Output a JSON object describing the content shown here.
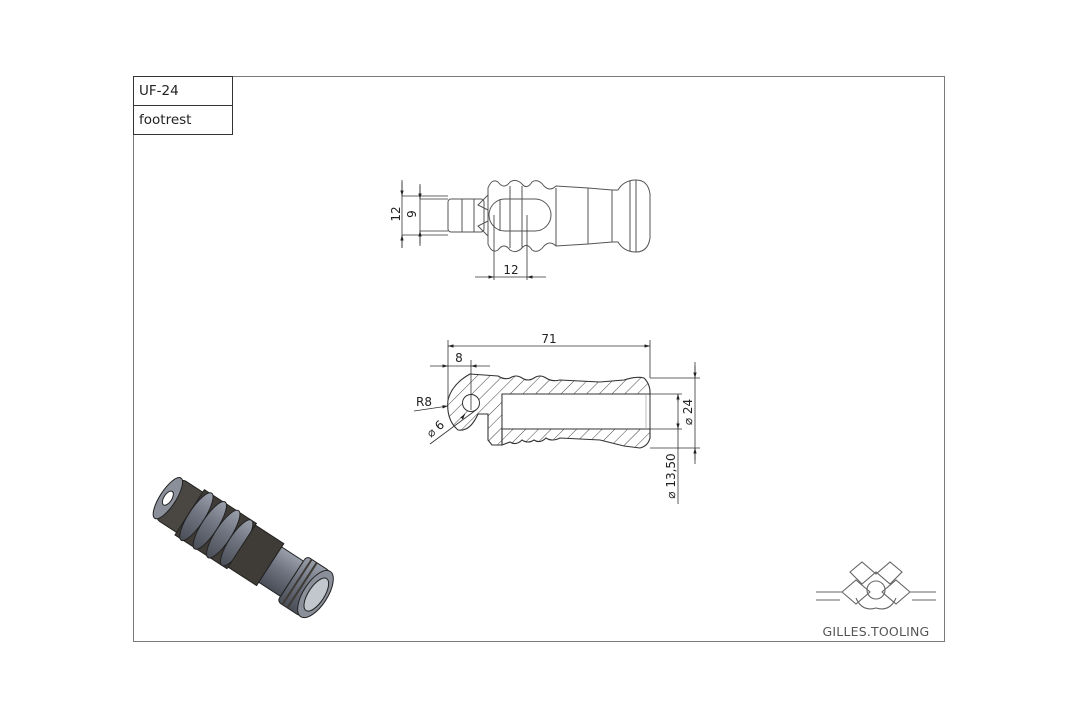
{
  "title_block": {
    "part_number": "UF-24",
    "part_name": "footrest"
  },
  "top_view": {
    "dimensions": {
      "outer_height": "12",
      "inner_height": "9",
      "slot_length": "12"
    }
  },
  "section_view": {
    "dimensions": {
      "overall_length": "71",
      "hole_offset": "8",
      "end_radius": "R8",
      "hole_diameter": "⌀ 6",
      "outer_diameter": "⌀ 24",
      "bore_diameter": "⌀ 13,50"
    }
  },
  "isometric_view": {
    "body_color": "#6f7480",
    "grip_color": "#3f3b36"
  },
  "logo": {
    "brand": "GILLES.TOOLING"
  },
  "colors": {
    "frame": "#7a7a7a",
    "line": "#333333",
    "hatch": "#444444"
  }
}
